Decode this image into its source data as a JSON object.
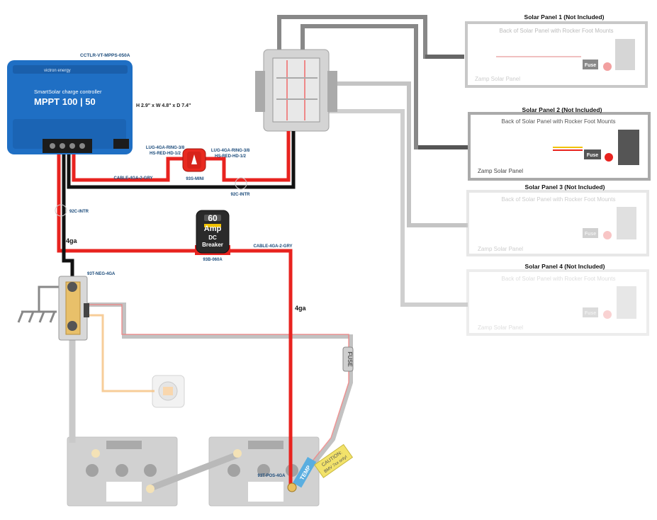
{
  "controller": {
    "part": "CCTLR-VT-MPPS-050A",
    "brand": "victron energy",
    "line": "SmartSolar charge controller",
    "model": "MPPT 100 | 50",
    "dims": "H 2.9\" x W 4.8\" x D 7.4\""
  },
  "lugs": {
    "left_line1": "LUG-4GA-RING-3/8",
    "left_line2": "HS-RED-HD-1/2",
    "right_line1": "LUG-4GA-RING-3/8",
    "right_line2": "HS-RED-HD-1/2"
  },
  "mini_breaker": {
    "part": "93S-MINI"
  },
  "cables": {
    "upper": "CABLE-4GA-2-GRY",
    "lower": "CABLE-4GA-2-GRY",
    "gauge_left": "4ga",
    "gauge_right": "4ga"
  },
  "interrupts": {
    "upper": "92C-INTR",
    "left": "92C-INTR"
  },
  "breaker": {
    "rating": "60",
    "unit": "Amp",
    "line1": "DC",
    "line2": "Breaker",
    "part": "93B-060A"
  },
  "terminals": {
    "neg": "93T-NEG-4GA",
    "pos": "93T-POS-4GA"
  },
  "fuse_label": "FUSE",
  "temp_label": "TEMP",
  "caution": {
    "line1": "CAUTION:",
    "line2": "BMV 7xx only!"
  },
  "panels": [
    {
      "title": "Solar Panel 1 (Not Included)",
      "back": "Back of Solar Panel with Rocker Foot Mounts",
      "brand": "Zamp Solar Panel",
      "fuse": "Fuse"
    },
    {
      "title": "Solar Panel 2 (Not Included)",
      "back": "Back of Solar Panel with Rocker Foot Mounts",
      "brand": "Zamp Solar Panel",
      "fuse": "Fuse"
    },
    {
      "title": "Solar Panel 3 (Not Included)",
      "back": "Back of Solar Panel with Rocker Foot Mounts",
      "brand": "Zamp Solar Panel",
      "fuse": "Fuse"
    },
    {
      "title": "Solar Panel 4 (Not Included)",
      "back": "Back of Solar Panel with Rocker Foot Mounts",
      "brand": "Zamp Solar Panel",
      "fuse": "Fuse"
    }
  ],
  "colors": {
    "positive": "#e8231f",
    "negative": "#111111",
    "controller": "#1f6fc4",
    "label_blue": "#1a4a7a",
    "grey_wire": "#8a8a8a"
  }
}
